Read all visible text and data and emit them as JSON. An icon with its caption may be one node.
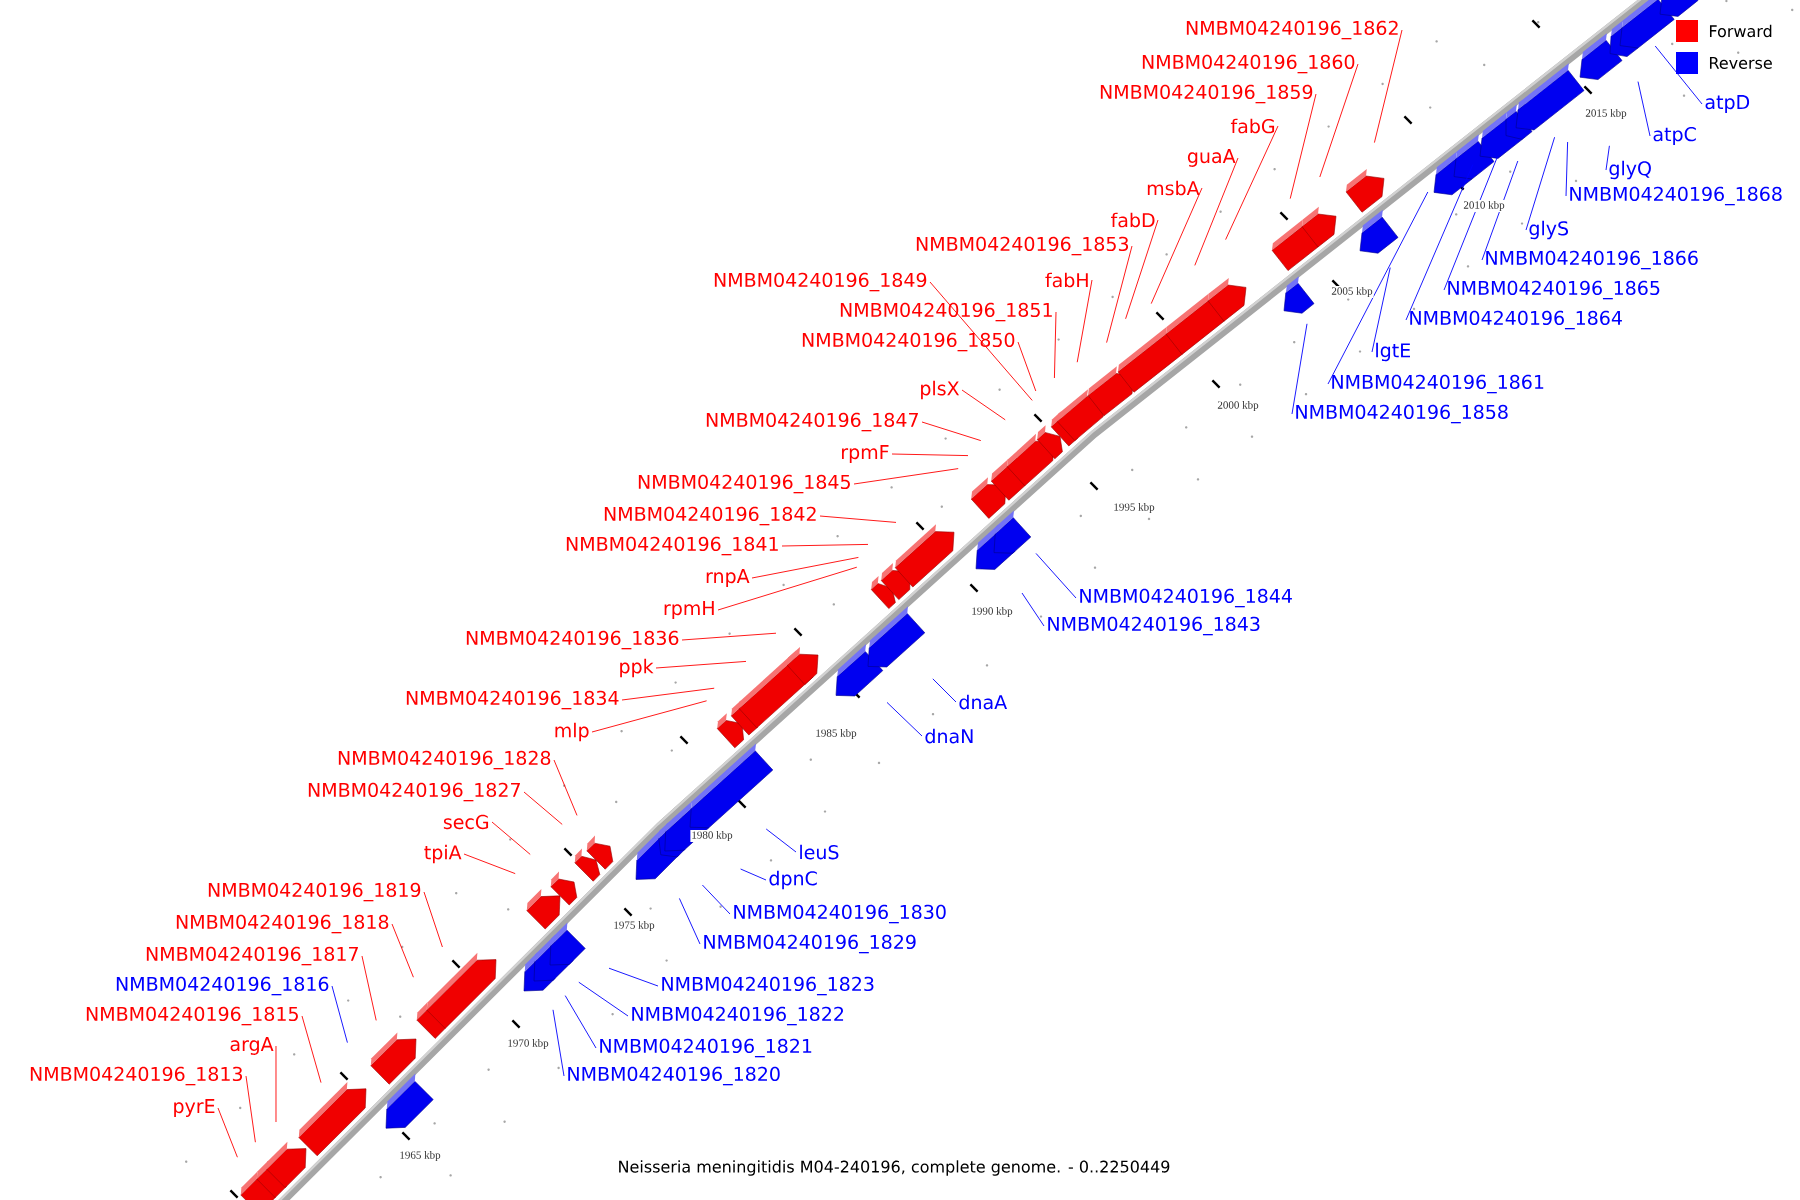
{
  "diagram": {
    "caption": "Neisseria meningitidis M04-240196, complete genome. - 0..2250449",
    "nodes": [
      {
        "text": [
          "NMBM04240196_1862"
        ]
      },
      {
        "text": [
          "NMBM04240196_1860"
        ]
      },
      {
        "text": [
          "NMBM04240196_1859"
        ]
      },
      {
        "text": [
          "fabG"
        ]
      },
      {
        "text": [
          "guaA"
        ]
      },
      {
        "text": [
          "msbA"
        ]
      },
      {
        "text": [
          "fabD"
        ]
      },
      {
        "text": [
          "NMBM04240196_1853"
        ]
      },
      {
        "text": [
          "fabH"
        ]
      },
      {
        "text": [
          "NMBM04240196_1849"
        ]
      },
      {
        "text": [
          "NMBM04240196_1851"
        ]
      },
      {
        "text": [
          "NMBM04240196_1850"
        ]
      },
      {
        "text": [
          "plsX"
        ]
      },
      {
        "text": [
          "NMBM04240196_1847"
        ]
      },
      {
        "text": [
          "rpmF"
        ]
      },
      {
        "text": [
          "NMBM04240196_1845"
        ]
      },
      {
        "text": [
          "NMBM04240196_1842"
        ]
      },
      {
        "text": [
          "NMBM04240196_1841"
        ]
      },
      {
        "text": [
          "rnpA"
        ]
      },
      {
        "text": [
          "rpmH"
        ]
      },
      {
        "text": [
          "NMBM04240196_1836"
        ]
      },
      {
        "text": [
          "ppk"
        ]
      },
      {
        "text": [
          "NMBM04240196_1834"
        ]
      },
      {
        "text": [
          "mlp"
        ]
      },
      {
        "text": [
          "NMBM04240196_1828"
        ]
      },
      {
        "text": [
          "NMBM04240196_1827"
        ]
      },
      {
        "text": [
          "secG"
        ]
      },
      {
        "text": [
          "tpiA"
        ]
      },
      {
        "text": [
          "NMBM04240196_1819"
        ]
      },
      {
        "text": [
          "NMBM04240196_1818"
        ]
      },
      {
        "text": [
          "NMBM04240196_1817"
        ]
      },
      {
        "text": [
          "NMBM04240196_1816"
        ]
      },
      {
        "text": [
          "NMBM04240196_1815"
        ]
      },
      {
        "text": [
          "argA"
        ]
      },
      {
        "text": [
          "NMBM04240196_1813"
        ]
      },
      {
        "text": [
          "pyrE"
        ]
      },
      {
        "text": [
          "atpD"
        ]
      },
      {
        "text": [
          "atpC"
        ]
      },
      {
        "text": [
          "glyQ"
        ]
      },
      {
        "text": [
          "NMBM04240196_1868"
        ]
      },
      {
        "text": [
          "glyS"
        ]
      },
      {
        "text": [
          "NMBM04240196_1866"
        ]
      },
      {
        "text": [
          "NMBM04240196_1865"
        ]
      },
      {
        "text": [
          "NMBM04240196_1864"
        ]
      },
      {
        "text": [
          "lgtE"
        ]
      },
      {
        "text": [
          "NMBM04240196_1861"
        ]
      },
      {
        "text": [
          "NMBM04240196_1858"
        ]
      },
      {
        "text": [
          "NMBM04240196_1844"
        ]
      },
      {
        "text": [
          "NMBM04240196_1843"
        ]
      },
      {
        "text": [
          "dnaA"
        ]
      },
      {
        "text": [
          "dnaN"
        ]
      },
      {
        "text": [
          "leuS"
        ]
      },
      {
        "text": [
          "dpnC"
        ]
      },
      {
        "text": [
          "NMBM04240196_1830"
        ]
      },
      {
        "text": [
          "NMBM04240196_1829"
        ]
      },
      {
        "text": [
          "NMBM04240196_1823"
        ]
      },
      {
        "text": [
          "NMBM04240196_1822"
        ]
      },
      {
        "text": [
          "NMBM04240196_1821"
        ]
      },
      {
        "text": [
          "NMBM04240196_1820"
        ]
      }
    ],
    "edges": [
      {
        "from": 0,
        "to": null,
        "arrow": "none"
      },
      {
        "from": 1,
        "to": null,
        "arrow": "none"
      },
      {
        "from": 2,
        "to": null,
        "arrow": "none"
      },
      {
        "from": 3,
        "to": null,
        "arrow": "none"
      },
      {
        "from": 4,
        "to": null,
        "arrow": "none"
      },
      {
        "from": 5,
        "to": null,
        "arrow": "none"
      },
      {
        "from": 6,
        "to": null,
        "arrow": "none"
      },
      {
        "from": 7,
        "to": null,
        "arrow": "none"
      },
      {
        "from": 8,
        "to": null,
        "arrow": "none"
      },
      {
        "from": 9,
        "to": null,
        "arrow": "none"
      },
      {
        "from": 10,
        "to": null,
        "arrow": "none"
      },
      {
        "from": 11,
        "to": null,
        "arrow": "none"
      },
      {
        "from": 12,
        "to": null,
        "arrow": "none"
      },
      {
        "from": 13,
        "to": null,
        "arrow": "none"
      },
      {
        "from": 14,
        "to": null,
        "arrow": "none"
      },
      {
        "from": 15,
        "to": null,
        "arrow": "none"
      },
      {
        "from": 16,
        "to": null,
        "arrow": "none"
      },
      {
        "from": 17,
        "to": null,
        "arrow": "none"
      },
      {
        "from": 18,
        "to": null,
        "arrow": "none"
      },
      {
        "from": 19,
        "to": null,
        "arrow": "none"
      },
      {
        "from": 20,
        "to": null,
        "arrow": "none"
      },
      {
        "from": 21,
        "to": null,
        "arrow": "none"
      },
      {
        "from": 22,
        "to": null,
        "arrow": "none"
      },
      {
        "from": 23,
        "to": null,
        "arrow": "none"
      },
      {
        "from": 24,
        "to": null,
        "arrow": "none"
      },
      {
        "from": 25,
        "to": null,
        "arrow": "none"
      },
      {
        "from": 26,
        "to": null,
        "arrow": "none"
      },
      {
        "from": 27,
        "to": null,
        "arrow": "none"
      },
      {
        "from": 28,
        "to": null,
        "arrow": "none"
      },
      {
        "from": 29,
        "to": null,
        "arrow": "none"
      },
      {
        "from": 30,
        "to": null,
        "arrow": "none"
      },
      {
        "from": 31,
        "to": null,
        "arrow": "none",
        "color": "#0000ff"
      },
      {
        "from": 32,
        "to": null,
        "arrow": "none"
      },
      {
        "from": 33,
        "to": null,
        "arrow": "none"
      },
      {
        "from": 34,
        "to": null,
        "arrow": "none"
      },
      {
        "from": 35,
        "to": null,
        "arrow": "none"
      },
      {
        "from": 36,
        "to": null,
        "arrow": "none",
        "color": "#0000ff"
      },
      {
        "from": 37,
        "to": null,
        "arrow": "none",
        "color": "#0000ff"
      },
      {
        "from": 38,
        "to": null,
        "arrow": "none",
        "color": "#0000ff"
      },
      {
        "from": 39,
        "to": null,
        "arrow": "none",
        "color": "#0000ff"
      },
      {
        "from": 40,
        "to": null,
        "arrow": "none",
        "color": "#0000ff"
      },
      {
        "from": 41,
        "to": null,
        "arrow": "none",
        "color": "#0000ff"
      },
      {
        "from": 42,
        "to": null,
        "arrow": "none",
        "color": "#0000ff"
      },
      {
        "from": 43,
        "to": null,
        "arrow": "none",
        "color": "#0000ff"
      },
      {
        "from": 44,
        "to": null,
        "arrow": "none",
        "color": "#0000ff"
      },
      {
        "from": 45,
        "to": null,
        "arrow": "none",
        "color": "#0000ff"
      },
      {
        "from": 46,
        "to": null,
        "arrow": "none",
        "color": "#0000ff"
      },
      {
        "from": 47,
        "to": null,
        "arrow": "none",
        "color": "#0000ff"
      },
      {
        "from": 48,
        "to": null,
        "arrow": "none",
        "color": "#0000ff"
      },
      {
        "from": 49,
        "to": null,
        "arrow": "none",
        "color": "#0000ff"
      },
      {
        "from": 50,
        "to": null,
        "arrow": "none",
        "color": "#0000ff"
      },
      {
        "from": 51,
        "to": null,
        "arrow": "none",
        "color": "#0000ff"
      },
      {
        "from": 52,
        "to": null,
        "arrow": "none",
        "color": "#0000ff"
      },
      {
        "from": 53,
        "to": null,
        "arrow": "none",
        "color": "#0000ff"
      },
      {
        "from": 54,
        "to": null,
        "arrow": "none",
        "color": "#0000ff"
      },
      {
        "from": 55,
        "to": null,
        "arrow": "none",
        "color": "#0000ff"
      },
      {
        "from": 56,
        "to": null,
        "arrow": "none",
        "color": "#0000ff"
      },
      {
        "from": 57,
        "to": null,
        "arrow": "none",
        "color": "#0000ff"
      },
      {
        "from": 58,
        "to": null,
        "arrow": "none",
        "color": "#0000ff"
      }
    ],
    "labels": [
      "2015 kbp",
      "2010 kbp",
      "2005 kbp",
      "2000 kbp",
      "1995 kbp",
      "1990 kbp",
      "1985 kbp",
      "1980 kbp",
      "1975 kbp",
      "1970 kbp",
      "1965 kbp"
    ],
    "legend": [
      {
        "text": "Forward",
        "color": "#ff0000"
      },
      {
        "text": "Reverse",
        "color": "#0000ff"
      }
    ]
  }
}
